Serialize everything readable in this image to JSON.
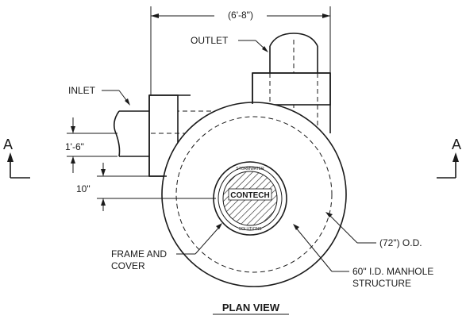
{
  "dimensions": {
    "overall_width": "(6'-8\")",
    "inlet_pipe": "1'-6\"",
    "offset": "10\""
  },
  "labels": {
    "outlet": "OUTLET",
    "inlet": "INLET",
    "frame_line1": "FRAME AND",
    "frame_line2": "COVER",
    "od": "(72\") O.D.",
    "structure_line1": "60\" I.D. MANHOLE",
    "structure_line2": "STRUCTURE"
  },
  "section_markers": {
    "left": "A",
    "right": "A"
  },
  "cover_text": {
    "brand": "CONTECH",
    "ring_top": "STORMWATER",
    "ring_bottom": "SOLUTIONS"
  },
  "title": "PLAN VIEW"
}
